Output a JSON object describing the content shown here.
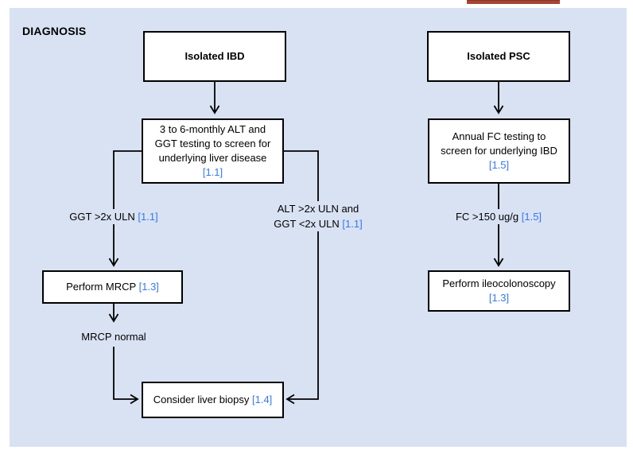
{
  "colors": {
    "panel_background": "#d9e2f3",
    "accent_bar_red": "#a64534",
    "reference_link_blue": "#3778f0",
    "line_color": "#000000"
  },
  "header": {
    "section_label": "DIAGNOSIS"
  },
  "flow": {
    "nodes": {
      "isolated_ibd": {
        "label": "Isolated IBD"
      },
      "isolated_psc": {
        "label": "Isolated PSC"
      },
      "ibd_testing": {
        "label": "3 to 6-monthly ALT and GGT testing to screen for underlying liver disease",
        "ref": "[1.1]"
      },
      "psc_testing": {
        "label": "Annual FC testing to screen for underlying IBD",
        "ref": "[1.5]"
      },
      "perform_mrcp": {
        "label": "Perform MRCP",
        "ref": "[1.3]"
      },
      "perform_ileocolonoscopy": {
        "label": "Perform ileocolonoscopy",
        "ref": "[1.3]"
      },
      "consider_biopsy": {
        "label": "Consider liver biopsy",
        "ref": "[1.4]"
      }
    },
    "edge_labels": {
      "ggt_high": {
        "label": "GGT >2x ULN",
        "ref": "[1.1]"
      },
      "alt_high": {
        "line1": "ALT >2x ULN and",
        "line2": "GGT <2x ULN",
        "ref": "[1.1]"
      },
      "mrcp_normal": {
        "label": "MRCP normal"
      },
      "fc_high": {
        "label": "FC >150 ug/g",
        "ref": "[1.5]"
      }
    }
  }
}
